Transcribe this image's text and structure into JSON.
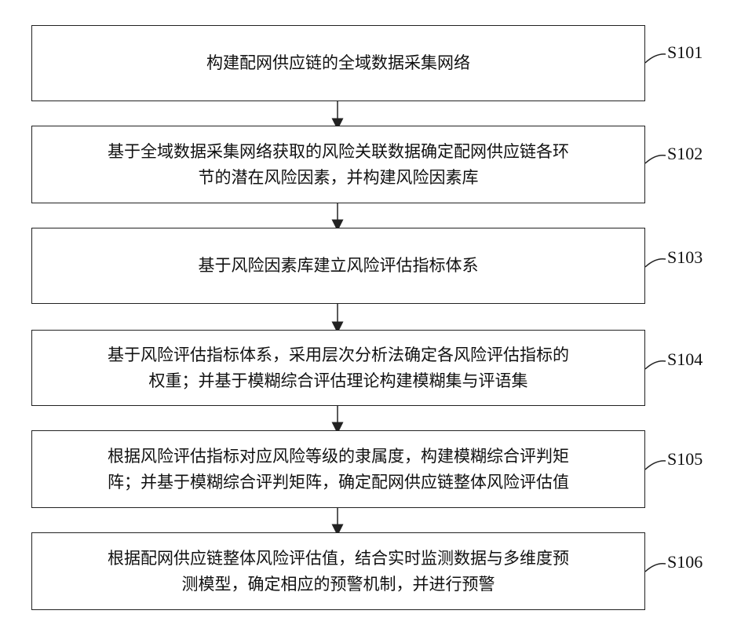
{
  "steps": [
    {
      "id": "S101",
      "lines": [
        "构建配网供应链的全域数据采集网络"
      ]
    },
    {
      "id": "S102",
      "lines": [
        "基于全域数据采集网络获取的风险关联数据确定配网供应链各环",
        "节的潜在风险因素，并构建风险因素库"
      ]
    },
    {
      "id": "S103",
      "lines": [
        "基于风险因素库建立风险评估指标体系"
      ]
    },
    {
      "id": "S104",
      "lines": [
        "基于风险评估指标体系，采用层次分析法确定各风险评估指标的",
        "权重；并基于模糊综合评估理论构建模糊集与评语集"
      ]
    },
    {
      "id": "S105",
      "lines": [
        "根据风险评估指标对应风险等级的隶属度，构建模糊综合评判矩",
        "阵；并基于模糊综合评判矩阵，确定配网供应链整体风险评估值"
      ]
    },
    {
      "id": "S106",
      "lines": [
        "根据配网供应链整体风险评估值，结合实时监测数据与多维度预",
        "测模型，确定相应的预警机制，并进行预警"
      ]
    }
  ]
}
